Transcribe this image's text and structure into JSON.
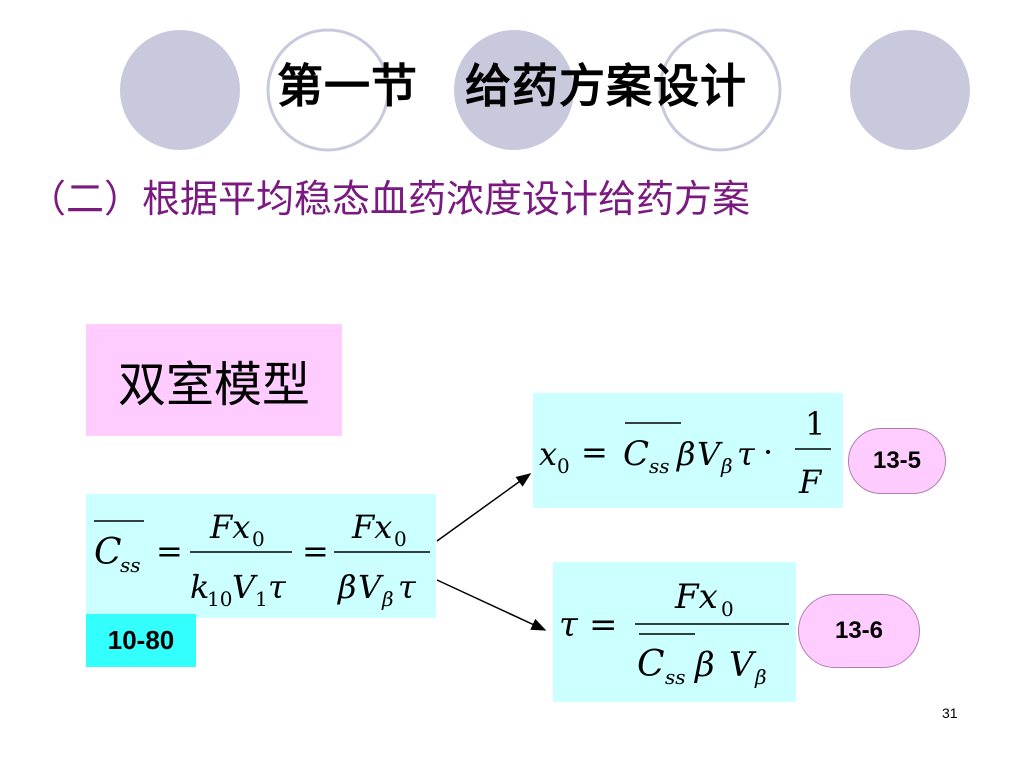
{
  "slide": {
    "title": "第一节　给药方案设计",
    "subtitle": "（二）根据平均稳态血药浓度设计给药方案",
    "model_label": "双室模型",
    "page_number": "31"
  },
  "equations": {
    "main": {
      "label": "10-80"
    },
    "dose": {
      "label": "13-5"
    },
    "interval": {
      "label": "13-6"
    }
  },
  "colors": {
    "subtitle": "#7a1a80",
    "model_box": "#ffccff",
    "equation_box": "#ccffff",
    "cyan_badge": "#33ffff",
    "pink_pill": "#ffccff",
    "deco_circle": "#c9c9dd"
  }
}
